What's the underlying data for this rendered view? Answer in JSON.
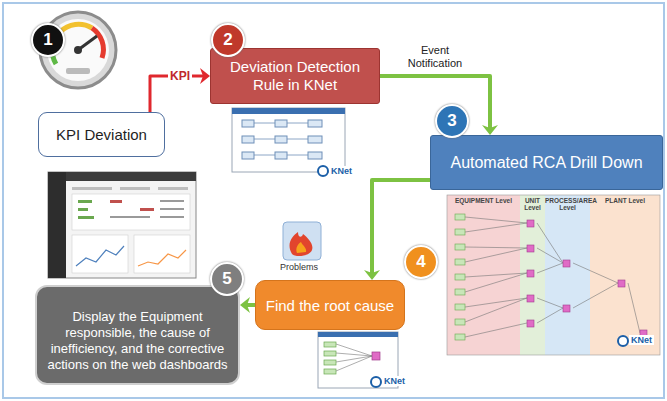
{
  "diagram": {
    "nodes": [
      {
        "text": [
          "KPI Deviation"
        ]
      },
      {
        "text": [
          "Deviation Detection Rule in KNet"
        ]
      },
      {
        "text": [
          "Automated RCA Drill Down"
        ]
      },
      {
        "text": [
          "Find the root cause"
        ]
      },
      {
        "text": [
          "Display the Equipment responsible, the cause of inefficiency, and the corrective actions on the web dashboards"
        ]
      }
    ],
    "edges": [
      {
        "from": 0,
        "to": 1,
        "arrow": "to",
        "label": "KPI"
      },
      {
        "from": 1,
        "to": 2,
        "arrow": "to",
        "label": "Event Notification"
      },
      {
        "from": 2,
        "to": 3,
        "arrow": "to"
      },
      {
        "from": 3,
        "to": 4,
        "arrow": "to"
      }
    ],
    "labels": [
      "1",
      "2",
      "3",
      "4",
      "5",
      "KNet",
      "KNet",
      "KNet",
      "Problems",
      "EQUIPMENT Level",
      "UNIT Level",
      "PROCESS/AREA Level",
      "PLANT Level"
    ]
  }
}
